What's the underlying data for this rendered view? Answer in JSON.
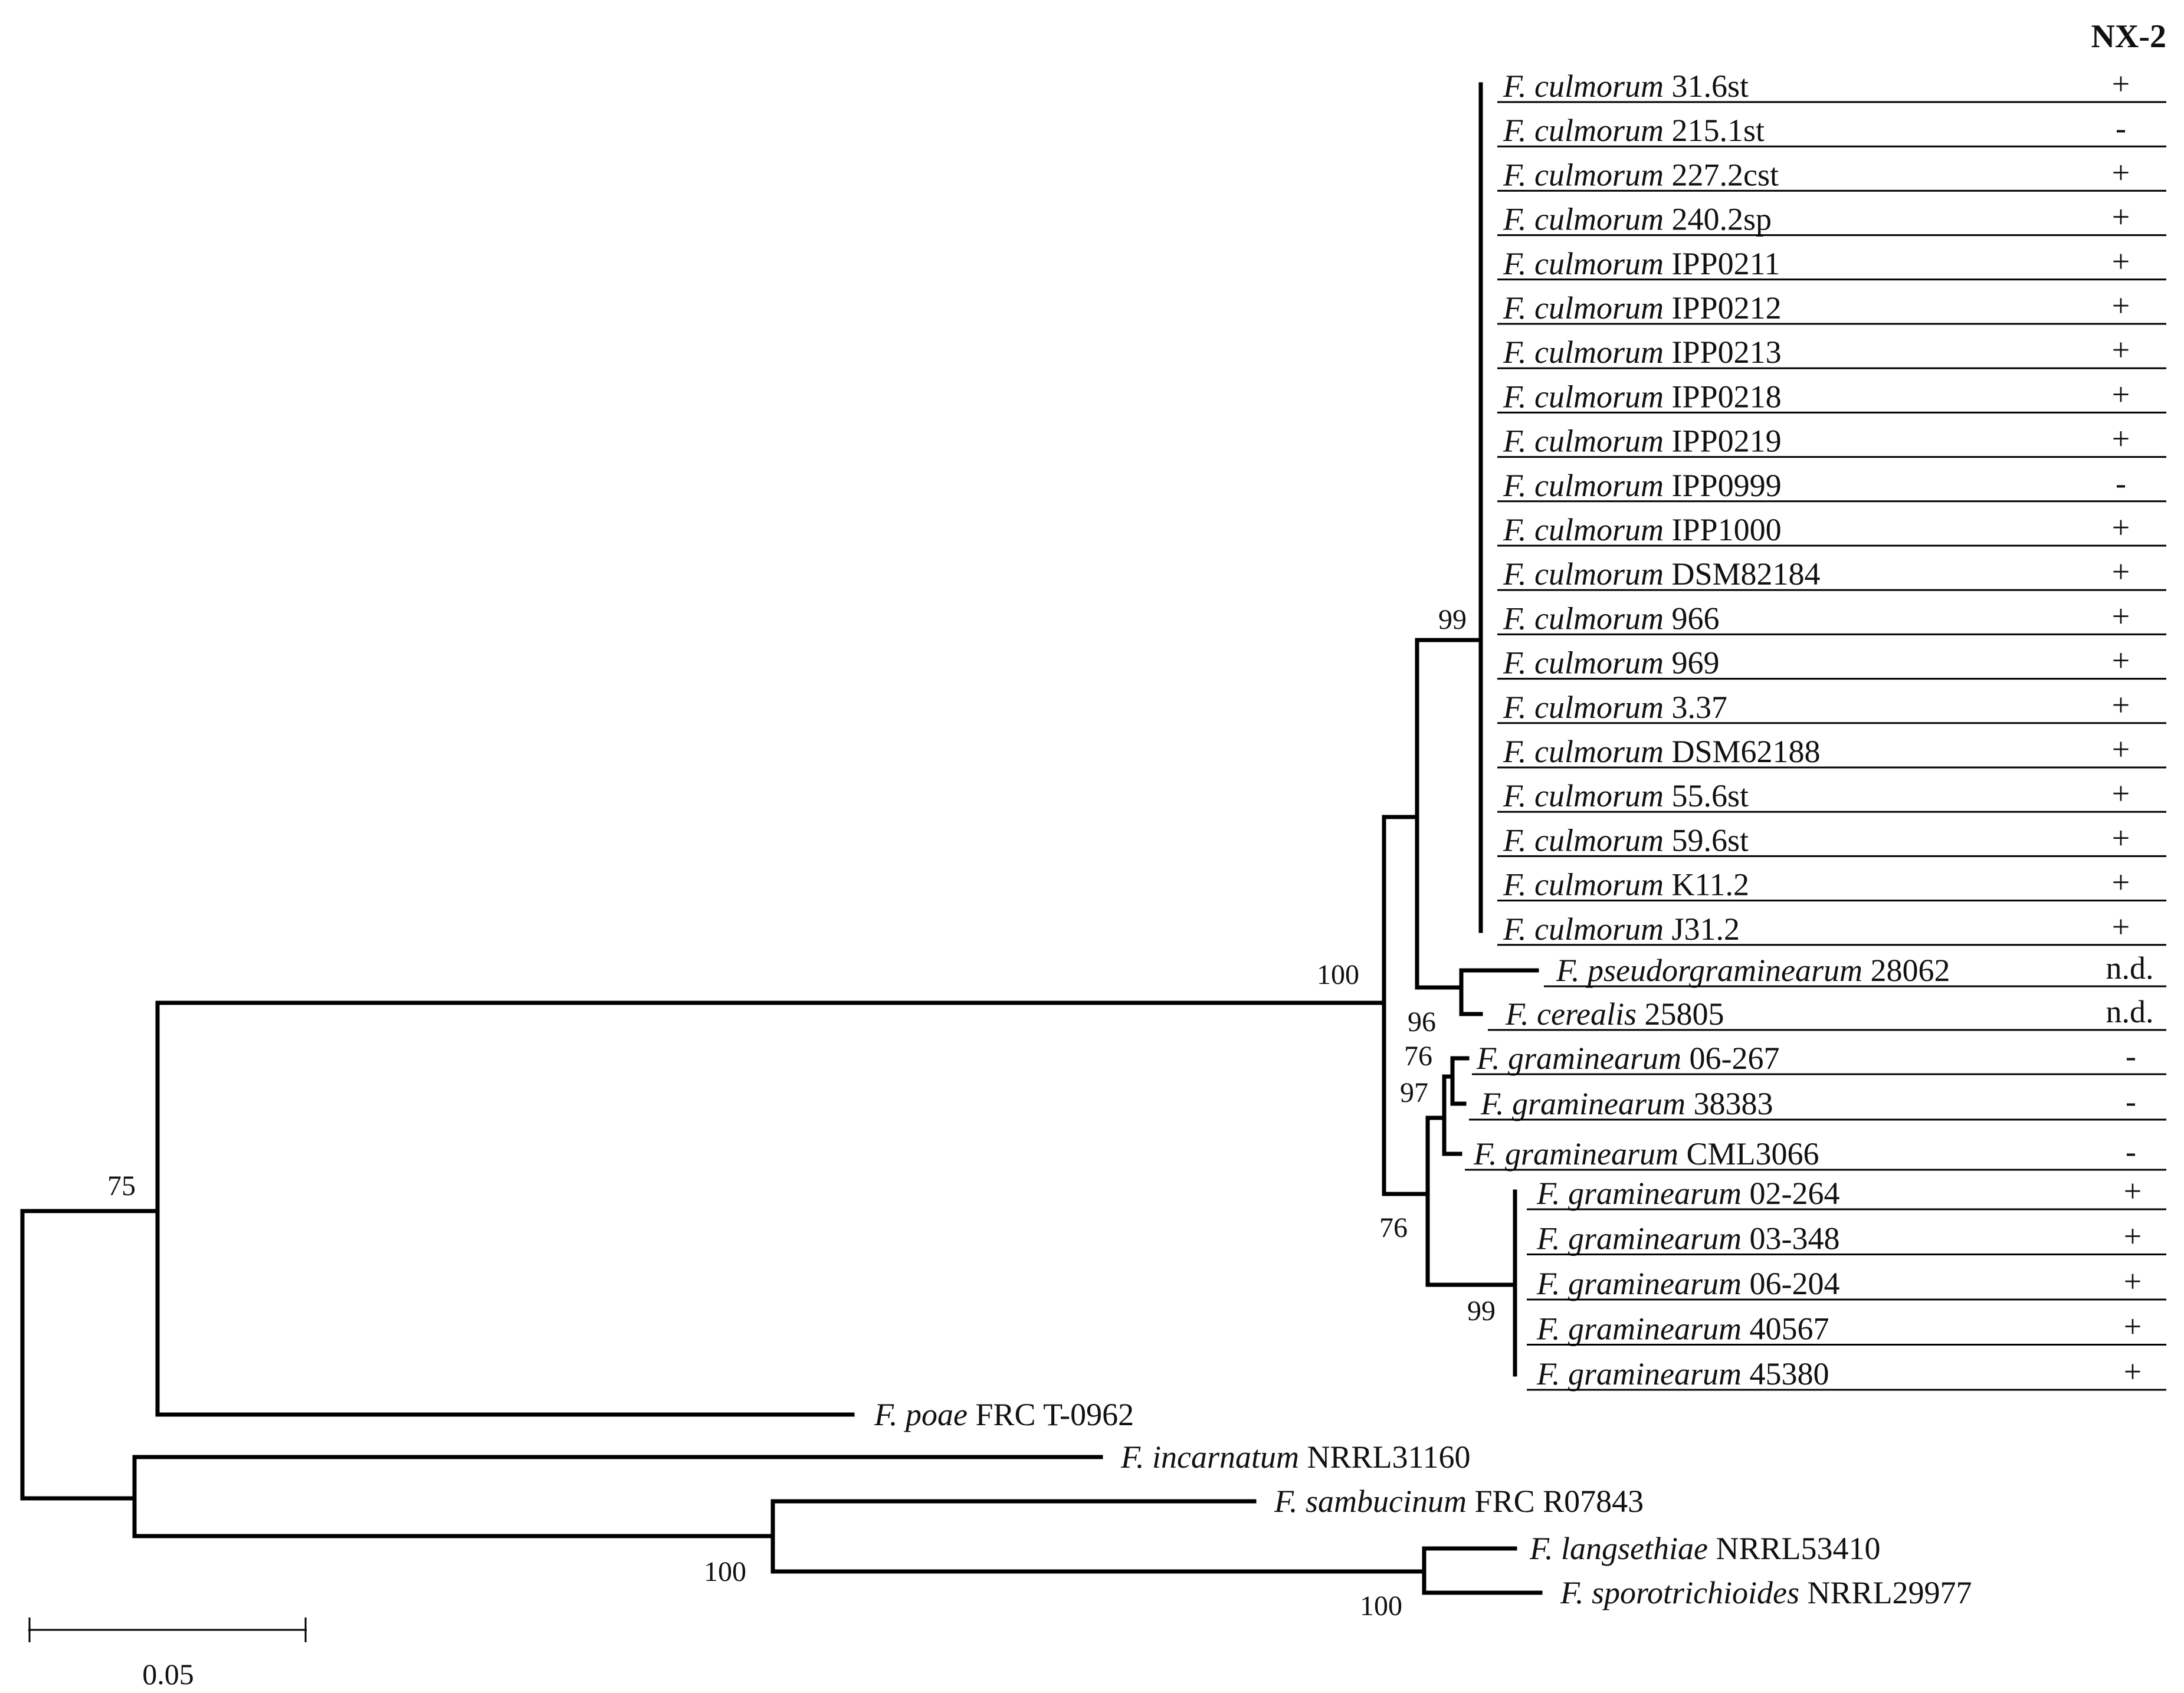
{
  "header": {
    "title": "NX-2"
  },
  "scale_bar": {
    "label": "0.05"
  },
  "culmorum_group": [
    {
      "genus": "F.",
      "species": "culmorum",
      "strain": "31.6st",
      "nx2": "+"
    },
    {
      "genus": "F.",
      "species": "culmorum",
      "strain": "215.1st",
      "nx2": "-"
    },
    {
      "genus": "F.",
      "species": "culmorum",
      "strain": "227.2cst",
      "nx2": "+"
    },
    {
      "genus": "F.",
      "species": "culmorum",
      "strain": "240.2sp",
      "nx2": "+"
    },
    {
      "genus": "F.",
      "species": "culmorum",
      "strain": "IPP0211",
      "nx2": "+"
    },
    {
      "genus": "F.",
      "species": "culmorum",
      "strain": "IPP0212",
      "nx2": "+"
    },
    {
      "genus": "F.",
      "species": "culmorum",
      "strain": "IPP0213",
      "nx2": "+"
    },
    {
      "genus": "F.",
      "species": "culmorum",
      "strain": "IPP0218",
      "nx2": "+"
    },
    {
      "genus": "F.",
      "species": "culmorum",
      "strain": "IPP0219",
      "nx2": "+"
    },
    {
      "genus": "F.",
      "species": "culmorum",
      "strain": "IPP0999",
      "nx2": "-"
    },
    {
      "genus": "F.",
      "species": "culmorum",
      "strain": "IPP1000",
      "nx2": "+"
    },
    {
      "genus": "F.",
      "species": "culmorum",
      "strain": "DSM82184",
      "nx2": "+"
    },
    {
      "genus": "F.",
      "species": "culmorum",
      "strain": "966",
      "nx2": "+"
    },
    {
      "genus": "F.",
      "species": "culmorum",
      "strain": "969",
      "nx2": "+"
    },
    {
      "genus": "F.",
      "species": "culmorum",
      "strain": "3.37",
      "nx2": "+"
    },
    {
      "genus": "F.",
      "species": "culmorum",
      "strain": "DSM62188",
      "nx2": "+"
    },
    {
      "genus": "F.",
      "species": "culmorum",
      "strain": "55.6st",
      "nx2": "+"
    },
    {
      "genus": "F.",
      "species": "culmorum",
      "strain": "59.6st",
      "nx2": "+"
    },
    {
      "genus": "F.",
      "species": "culmorum",
      "strain": "K11.2",
      "nx2": "+"
    },
    {
      "genus": "F.",
      "species": "culmorum",
      "strain": "J31.2",
      "nx2": "+"
    }
  ],
  "sister_taxa": [
    {
      "genus": "F.",
      "species": "pseudorgraminearum",
      "strain": "28062",
      "nx2": "n.d."
    },
    {
      "genus": "F.",
      "species": "cerealis",
      "strain": "25805",
      "nx2": "n.d."
    }
  ],
  "graminearum_small": [
    {
      "genus": "F.",
      "species": "graminearum",
      "strain": "06-267",
      "nx2": "-"
    },
    {
      "genus": "F.",
      "species": "graminearum",
      "strain": "38383",
      "nx2": "-"
    },
    {
      "genus": "F.",
      "species": "graminearum",
      "strain": "CML3066",
      "nx2": "-"
    }
  ],
  "graminearum_large": [
    {
      "genus": "F.",
      "species": "graminearum",
      "strain": "02-264",
      "nx2": "+"
    },
    {
      "genus": "F.",
      "species": "graminearum",
      "strain": "03-348",
      "nx2": "+"
    },
    {
      "genus": "F.",
      "species": "graminearum",
      "strain": "06-204",
      "nx2": "+"
    },
    {
      "genus": "F.",
      "species": "graminearum",
      "strain": "40567",
      "nx2": "+"
    },
    {
      "genus": "F.",
      "species": "graminearum",
      "strain": "45380",
      "nx2": "+"
    }
  ],
  "outgroup_taxa": [
    {
      "genus": "F.",
      "species": "poae",
      "strain": "FRC T-0962"
    },
    {
      "genus": "F.",
      "species": "incarnatum",
      "strain": "NRRL31160"
    },
    {
      "genus": "F.",
      "species": "sambucinum",
      "strain": "FRC R07843"
    },
    {
      "genus": "F.",
      "species": "langsethiae",
      "strain": "NRRL53410"
    },
    {
      "genus": "F.",
      "species": "sporotrichioides",
      "strain": "NRRL29977"
    }
  ],
  "bootstrap": {
    "culmorum_clade": "99",
    "main_clade": "100",
    "pseudo_cerealis": "96",
    "gram_small_inner": "76",
    "gram_small": "97",
    "gram_all": "76",
    "gram_large": "99",
    "ingroup": "75",
    "sambucinum_group": "100",
    "langsethiae_group": "100"
  }
}
